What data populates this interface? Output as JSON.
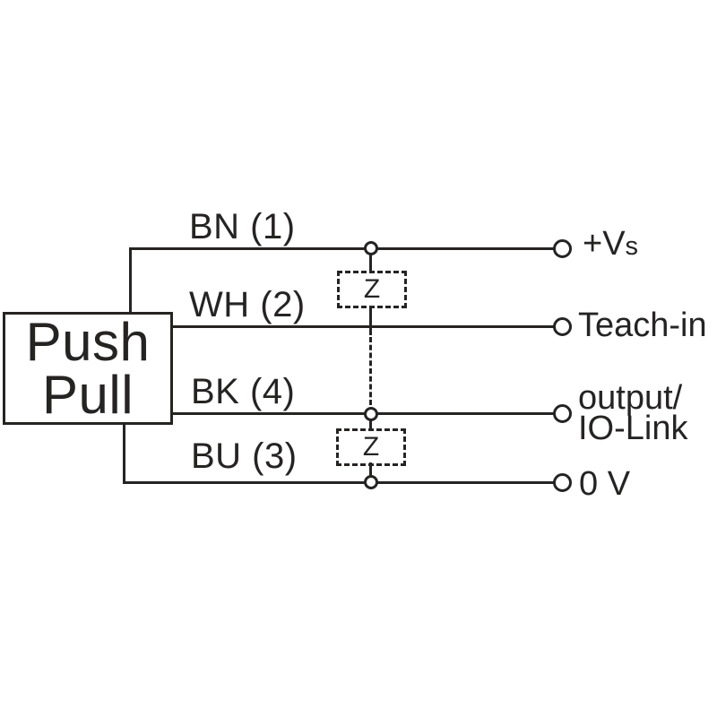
{
  "colors": {
    "ink": "#262323",
    "background": "#ffffff"
  },
  "device": {
    "line1": "Push",
    "line2": "Pull"
  },
  "wires": [
    {
      "label": "BN (1)"
    },
    {
      "label": "WH (2)"
    },
    {
      "label": "BK (4)"
    },
    {
      "label": "BU (3)"
    }
  ],
  "terminals": {
    "supply_main": "+V",
    "supply_sub": "s",
    "teach_in": "Teach-in",
    "output_line1": "output/",
    "output_line2": "IO-Link",
    "ground": "0 V"
  },
  "impedance_symbol": "Z"
}
